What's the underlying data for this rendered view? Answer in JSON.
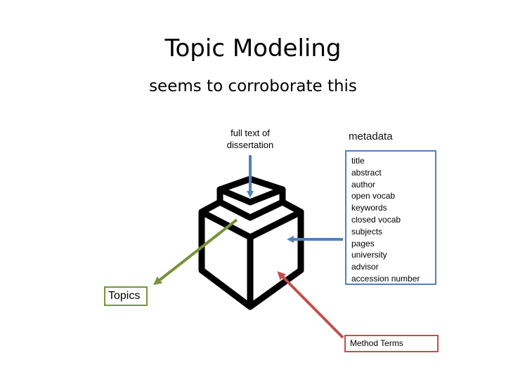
{
  "title": "Topic Modeling",
  "subtitle": "seems to corroborate this",
  "inputs": {
    "full_text_label": "full text of dissertation",
    "metadata_label": "metadata",
    "metadata_items": [
      "title",
      "abstract",
      "author",
      "open vocab",
      "keywords",
      "closed vocab",
      "subjects",
      "pages",
      "university",
      "advisor",
      "accession number"
    ]
  },
  "outputs": {
    "topics_label": "Topics",
    "method_terms_label": "Method Terms"
  },
  "colors": {
    "fulltext_arrow": "#4f81bd",
    "metadata_arrow": "#4f81bd",
    "topics_arrow": "#77933c",
    "method_terms_arrow": "#c0504d",
    "box_outline": "#000000"
  }
}
